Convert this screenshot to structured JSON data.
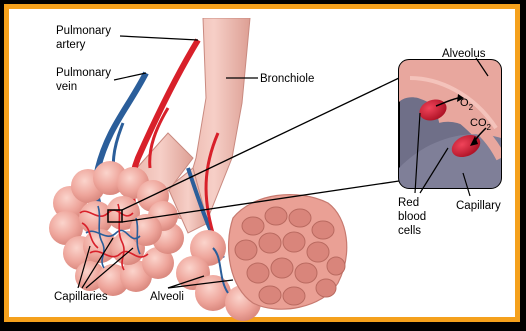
{
  "labels": {
    "pulmonary_artery": [
      "Pulmonary",
      "artery"
    ],
    "pulmonary_vein": [
      "Pulmonary",
      "vein"
    ],
    "bronchiole": "Bronchiole",
    "alveolus": "Alveolus",
    "o2": "O",
    "o2_sub": "2",
    "co2": "CO",
    "co2_sub": "2",
    "red_blood_cells": [
      "Red",
      "blood",
      "cells"
    ],
    "capillary": "Capillary",
    "capillaries": "Capillaries",
    "alveoli": "Alveoli"
  },
  "colors": {
    "frame_border": "#f5a11c",
    "alveolus_pink": "#efa9a0",
    "alveolus_dark": "#d97f74",
    "artery_red": "#d8202a",
    "vein_blue": "#2b5e9a",
    "bronchiole": "#e9b3aa",
    "inset_bg": "#6f6f88"
  }
}
